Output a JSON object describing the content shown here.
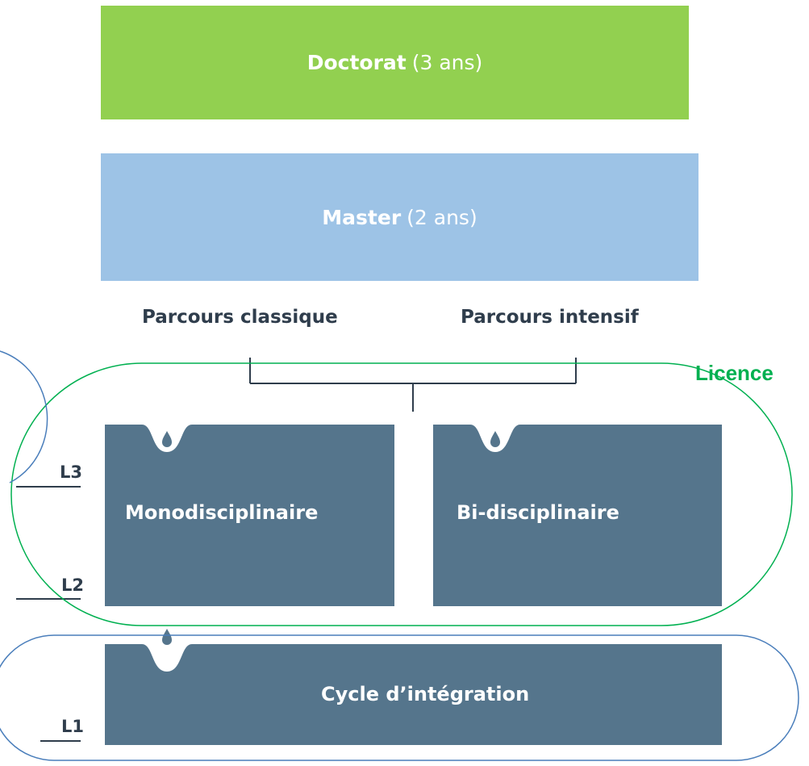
{
  "doctorat": {
    "label": "Doctorat",
    "duration": "(3 ans)",
    "color": "#92d050"
  },
  "master": {
    "label": "Master",
    "duration": "(2 ans)",
    "color": "#9dc3e6"
  },
  "paths": {
    "classic": "Parcours classique",
    "intensive": "Parcours intensif"
  },
  "licence": {
    "label": "Licence",
    "color": "#00b050",
    "outline_color": "#00b050"
  },
  "blocks": {
    "mono": "Monodisciplinaire",
    "bi": "Bi-disciplinaire",
    "cycle": "Cycle d’intégration",
    "color": "#55758c"
  },
  "years": {
    "l3": "L3",
    "l2": "L2",
    "l1": "L1"
  },
  "integration_outline_color": "#4a7ebb",
  "icons": {
    "drop": "drop-icon"
  }
}
